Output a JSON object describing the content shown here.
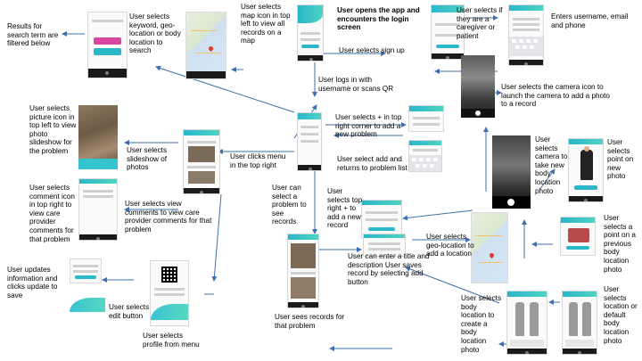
{
  "colors": {
    "arrow": "#3f6fae",
    "teal": "#29b7c9",
    "pink": "#d6479d"
  },
  "labels": {
    "results_filtered": "Results for search term are filtered below",
    "keyword_search": "User selects keyword, geo-location or body location to search",
    "map_icon": "User selects map icon in top left to view all records on a map",
    "opens_app": "User opens the app and encounters the login screen",
    "caregiver_patient": "User selects if they are a caregiver or patient",
    "enters_username": "Enters username, email and phone",
    "sign_up": "User selects sign up",
    "logs_in": "User logs in with username or scans QR",
    "camera_icon": "User selects the camera icon to launch the camera to add a photo to a record",
    "plus_top_right": "User selects + in top right corner to add a new problem",
    "add_returns": "User select add and returns to problem list",
    "picture_icon": "User selects picture icon in top left to view photo slideshow for the problem",
    "slideshow": "User selects slideshow of photos",
    "clicks_menu": "User clicks menu in the top right",
    "comment_icon": "User selects comment icon in top right to view care provider comments for that problem",
    "view_comments": "User selects view comments to view care provider comments for that problem",
    "select_problem": "User can select a problem to see records",
    "plus_new_record": "User selects top right + to add a new record",
    "title_desc": "User can enter a title and description User saves record by selecting add button",
    "geo_location": "User selects geo-location to add a location",
    "camera_photo": "User selects camera to take new body location photo",
    "point_new_photo": "User selects point on new photo",
    "point_previous": "User selects a point on a previous body location photo",
    "updates_info": "User updates information and clicks update to save",
    "edit_button": "User selects edit button",
    "profile_menu": "User selects profile from menu",
    "sees_records": "User sees records for that problem",
    "body_location": "User selects body location to create a body location photo",
    "location_default": "User selects location or default body location photo"
  }
}
